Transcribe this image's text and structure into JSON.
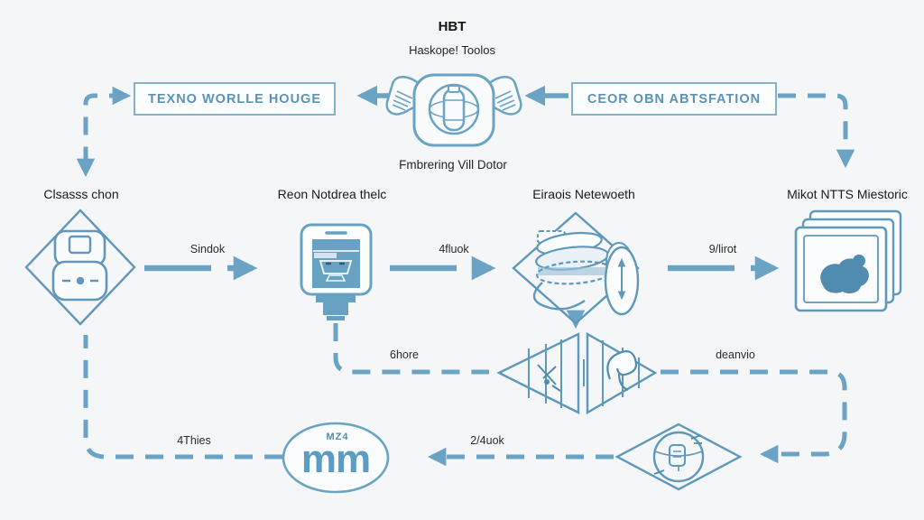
{
  "colors": {
    "background": "#f5f6f7",
    "accent": "#6ba3c4",
    "accent_dark": "#4f8cb0",
    "box_label": "#5c92b5",
    "text_dark": "#17191c"
  },
  "header": {
    "title": "HBT",
    "subtitle": "Haskope! Toolos",
    "machine_caption": "Fmbrering Vill Dotor"
  },
  "process_boxes": {
    "left_label": "TEXNO WORLLE HOUGE",
    "right_label": "CEOR OBN ABTSFATION"
  },
  "nodes": {
    "classifier_label": "Clsasss chon",
    "monitor_label": "Reon Notdrea thelc",
    "network_label": "Eiraois Netewoeth",
    "history_label": "Mikot NTTS Miestoric",
    "mm_small": "MZ4",
    "mm_big": "mm"
  },
  "edge_labels": {
    "sindok": "Sindok",
    "fluok": "4fluok",
    "lirot": "9/lirot",
    "ghore": "6hore",
    "deanvio": "deanvio",
    "fhies": "4Thies",
    "luok": "2/4uok"
  },
  "icons": {
    "machine": "robot-gripper",
    "classifier": "robot-chat-diamond",
    "monitor": "camera-monitor",
    "network": "coil-stack-diamond",
    "history": "photo-stack",
    "filter": "bowtie-prism",
    "badge": "robot-badge-diamond"
  }
}
